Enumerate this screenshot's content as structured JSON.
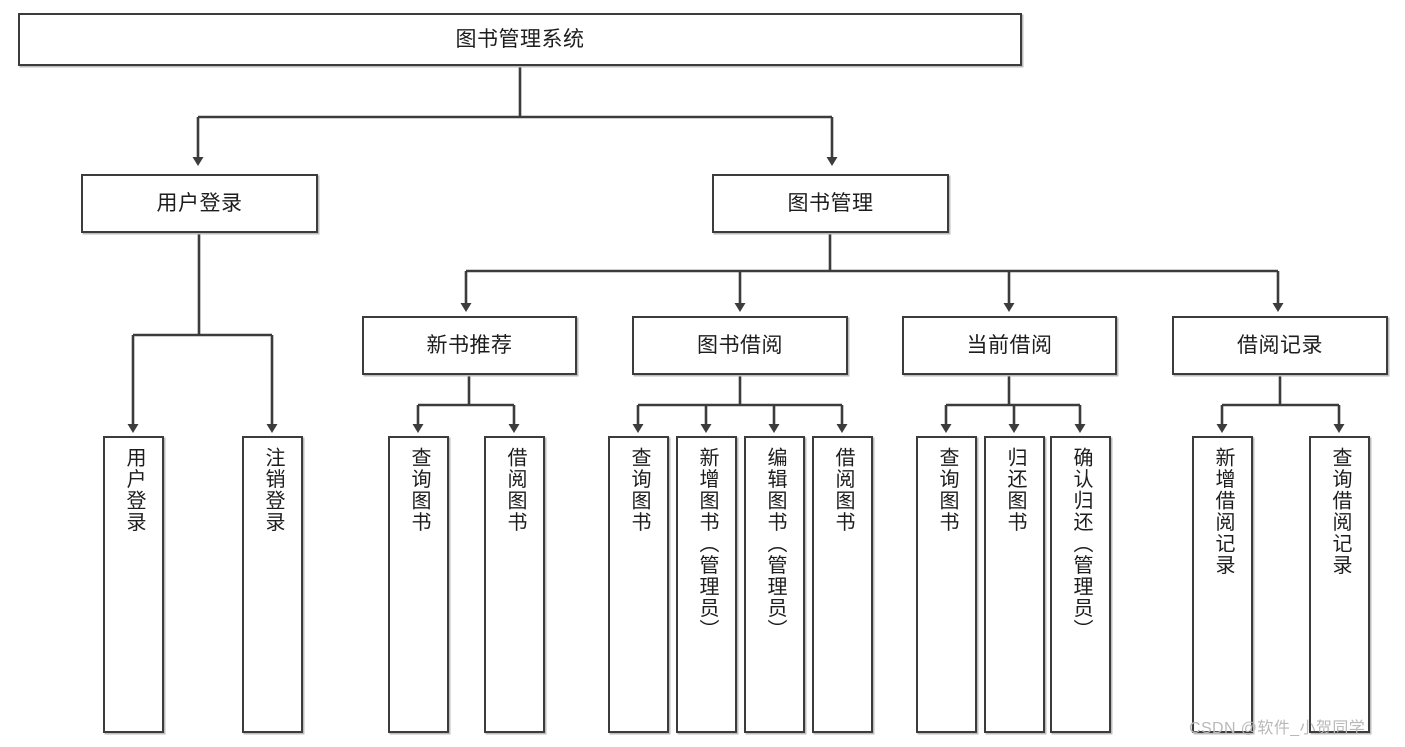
{
  "diagram": {
    "title": "图书管理系统",
    "type": "hierarchy-tree",
    "root": {
      "label": "图书管理系统"
    },
    "level2": [
      {
        "label": "用户登录"
      },
      {
        "label": "图书管理"
      }
    ],
    "level3": [
      {
        "label": "新书推荐"
      },
      {
        "label": "图书借阅"
      },
      {
        "label": "当前借阅"
      },
      {
        "label": "借阅记录"
      }
    ],
    "leaves": {
      "user_login": [
        {
          "label": "用户登录"
        },
        {
          "label": "注销登录"
        }
      ],
      "new_book_recommend": [
        {
          "label": "查询图书"
        },
        {
          "label": "借阅图书"
        }
      ],
      "book_borrow": [
        {
          "label": "查询图书"
        },
        {
          "label": "新增图书（管理员）"
        },
        {
          "label": "编辑图书（管理员）"
        },
        {
          "label": "借阅图书"
        }
      ],
      "current_borrow": [
        {
          "label": "查询图书"
        },
        {
          "label": "归还图书"
        },
        {
          "label": "确认归还（管理员）"
        }
      ],
      "borrow_record": [
        {
          "label": "新增借阅记录"
        },
        {
          "label": "查询借阅记录"
        }
      ]
    },
    "watermark": "CSDN @软件_小贺同学",
    "colors": {
      "border": "#3c3c3c",
      "background": "#ffffff",
      "text": "#1d1d1d",
      "connector": "#3c3c3c",
      "watermark": "#b9b9b9"
    }
  }
}
